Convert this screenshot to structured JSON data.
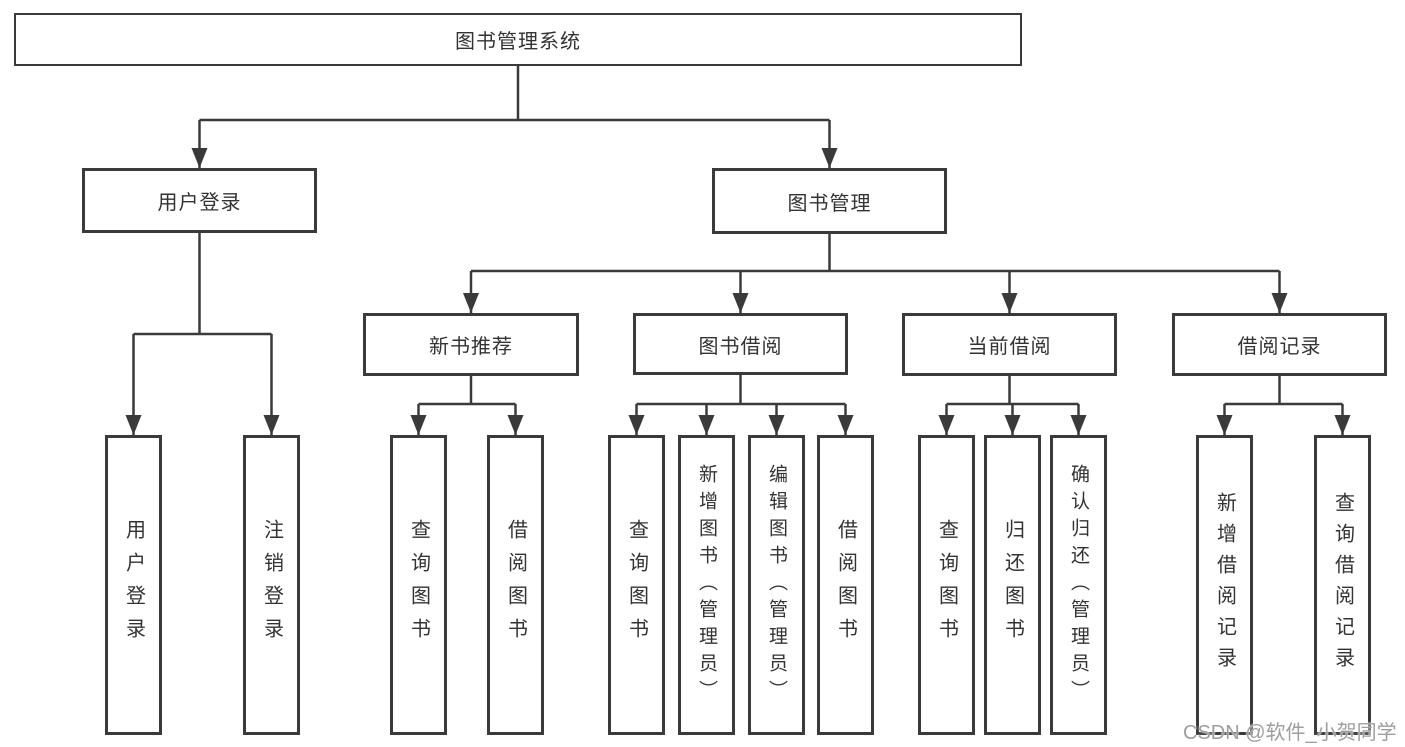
{
  "colors": {
    "line": "#3a3a3a",
    "box_border": "#3a3a3a",
    "text": "#333333",
    "watermark": "#9e9e9e",
    "background": "#ffffff"
  },
  "watermark": {
    "text": "CSDN @软件_小贺同学"
  },
  "tree": {
    "root": "图书管理系统",
    "children": [
      {
        "label": "用户登录",
        "children": [
          "用户登录",
          "注销登录"
        ]
      },
      {
        "label": "图书管理",
        "children": [
          {
            "label": "新书推荐",
            "children": [
              "查询图书",
              "借阅图书"
            ]
          },
          {
            "label": "图书借阅",
            "children": [
              "查询图书",
              "新增图书（管理员）",
              "编辑图书（管理员）",
              "借阅图书"
            ]
          },
          {
            "label": "当前借阅",
            "children": [
              "查询图书",
              "归还图书",
              "确认归还（管理员）"
            ]
          },
          {
            "label": "借阅记录",
            "children": [
              "新增借阅记录",
              "查询借阅记录"
            ]
          }
        ]
      }
    ]
  }
}
